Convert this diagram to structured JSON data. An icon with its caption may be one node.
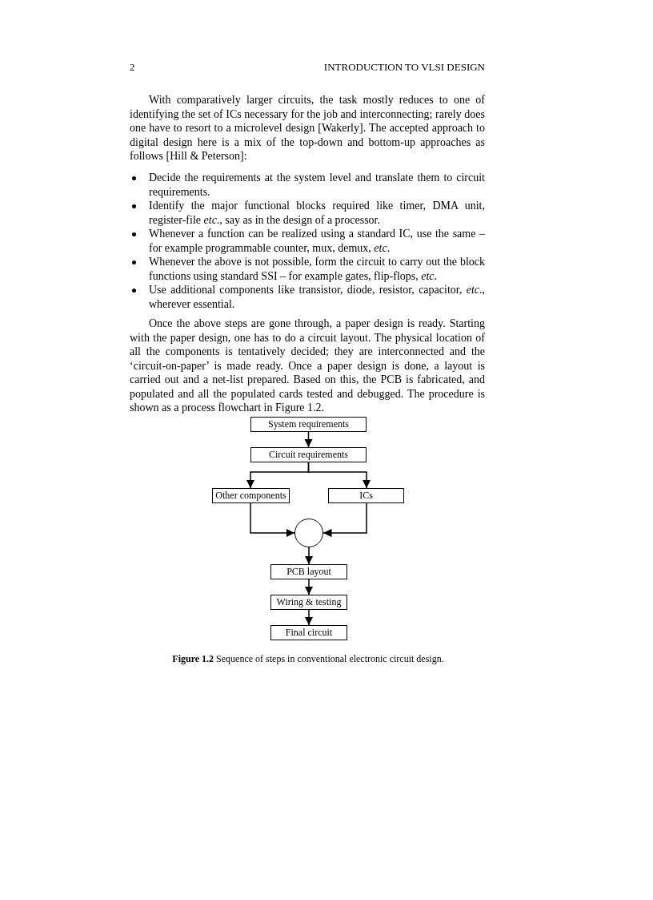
{
  "diagram": {
    "caption": "**Figure 1.2** Sequence of steps in conventional electronic circuit design.",
    "nodes": [
      {
        "text": [
          "System requirements"
        ]
      },
      {
        "text": [
          "Circuit requirements"
        ]
      },
      {
        "text": [
          "Other components"
        ]
      },
      {
        "text": [
          "ICs"
        ]
      },
      {
        "text": [],
        "shape": "circle"
      },
      {
        "text": [
          "PCB layout"
        ]
      },
      {
        "text": [
          "Wiring & testing"
        ]
      },
      {
        "text": [
          "Final circuit"
        ]
      }
    ],
    "edges": [
      {
        "from": 0,
        "to": 1,
        "arrow": "to"
      },
      {
        "from": 1,
        "to": 2,
        "arrow": "to"
      },
      {
        "from": 1,
        "to": 3,
        "arrow": "to"
      },
      {
        "from": 2,
        "to": 4,
        "arrow": "to"
      },
      {
        "from": 3,
        "to": 4,
        "arrow": "to"
      },
      {
        "from": 4,
        "to": 5,
        "arrow": "to"
      },
      {
        "from": 5,
        "to": 6,
        "arrow": "to"
      },
      {
        "from": 6,
        "to": 7,
        "arrow": "to"
      }
    ],
    "labels": [
      "2",
      "INTRODUCTION TO VLSI DESIGN",
      "With comparatively larger circuits, the task mostly reduces to one of identifying the set of ICs necessary for the job and interconnecting; rarely does one have to resort to a microlevel design [Wakerly]. The accepted approach to digital design here is a mix of the top-down and bottom-up approaches as follows [Hill & Peterson]:",
      "Decide the requirements at the system level and translate them to circuit requirements.",
      "Identify the major functional blocks required like timer, DMA unit, register-file *etc*., say as in the design of a processor.",
      "Whenever a function can be realized using a standard IC, use the same –for example programmable counter, mux, demux, *etc*.",
      "Whenever the above is not possible, form the circuit to carry out the block functions using standard SSI – for example gates, flip-flops, *etc*.",
      "Use additional components like transistor, diode, resistor, capacitor, *etc*., wherever essential.",
      "Once the above steps are gone through, a paper design is ready. Starting with the paper design, one has to do a circuit layout. The physical location of all the components is tentatively decided; they are interconnected and the ‘circuit-on-paper’ is made ready. Once a paper design is done, a layout is carried out and a net-list prepared. Based on this, the PCB is fabricated, and populated and all the populated cards tested and debugged. The procedure is shown as a process flowchart in Figure 1.2."
    ]
  }
}
